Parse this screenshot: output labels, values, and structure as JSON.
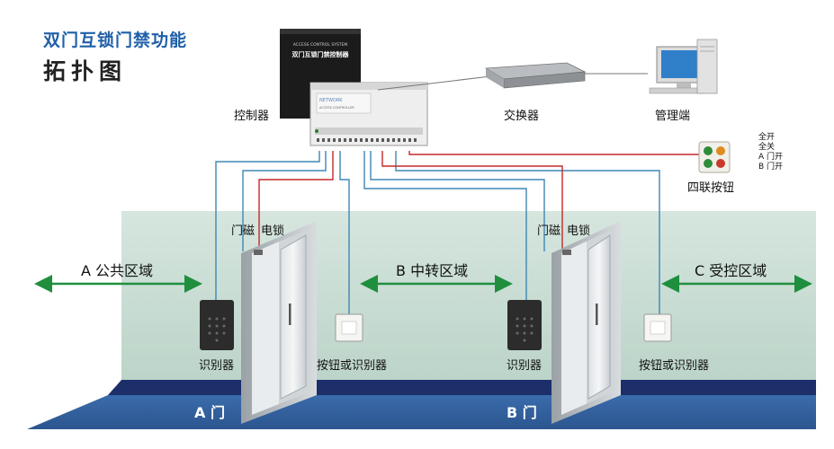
{
  "title": {
    "line1": "双门互锁门禁功能",
    "line2": "拓扑图"
  },
  "devices": {
    "controller_label": "控制器",
    "controller_box_text_en": "ACCESS CONTROL SYSTEM",
    "controller_box_text_cn": "双门互锁门禁控制器",
    "board_text_en": "NETWORK",
    "board_text_en2": "ACCESS CONTROLLER",
    "switch_label": "交换器",
    "pc_label": "管理端",
    "button4_label": "四联按钮",
    "button4_options": [
      "全开",
      "全关",
      "A 门开",
      "B 门开"
    ]
  },
  "zones": {
    "a": "A  公共区域",
    "b": "B  中转区域",
    "c": "C  受控区域"
  },
  "door_a": {
    "magnet_label": "门磁",
    "lock_label": "电锁",
    "reader_label": "识别器",
    "button_label": "按钮或识别器",
    "name": "A 门"
  },
  "door_b": {
    "magnet_label": "门磁",
    "lock_label": "电锁",
    "reader_label": "识别器",
    "button_label": "按钮或识别器",
    "name": "B 门"
  },
  "colors": {
    "wall": "#c9ddd4",
    "floor": "#2f5f9c",
    "floor_band": "#1c2f6b",
    "arrow_green": "#1f8f3e",
    "wire_blue": "#3f87b5",
    "wire_red": "#c62828",
    "title_blue": "#1f5fa8"
  }
}
